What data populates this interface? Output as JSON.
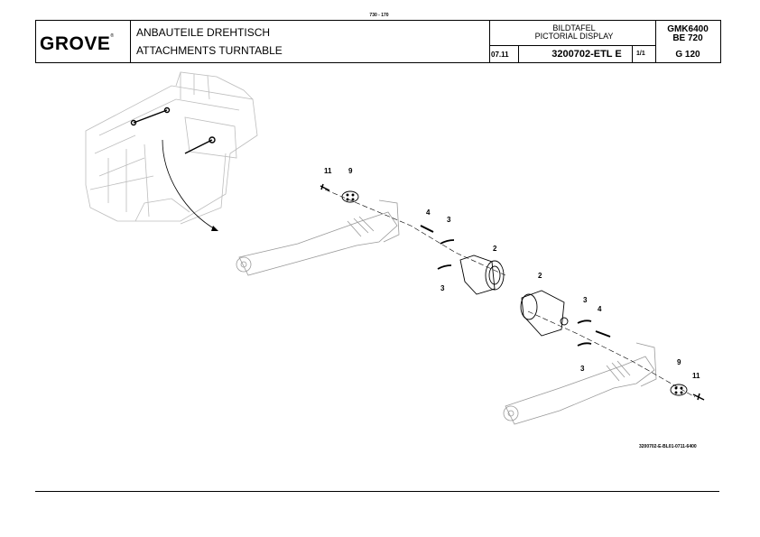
{
  "page": {
    "number": "730 - 170"
  },
  "header": {
    "logo": "GROVE",
    "title_de": "ANBAUTEILE DREHTISCH",
    "title_en": "ATTACHMENTS TURNTABLE",
    "display_de": "BILDTAFEL",
    "display_en": "PICTORIAL DISPLAY",
    "date": "07.11",
    "doc_number": "3200702-ETL E",
    "page_of": "1/1",
    "model": "GMK6400",
    "model_be": "BE 720",
    "model_g": "G 120"
  },
  "drawing": {
    "reference": "3200702-E-BL01-0711-6400",
    "callouts": [
      "11",
      "9",
      "4",
      "3",
      "2",
      "3",
      "2",
      "3",
      "4",
      "3",
      "9",
      "11"
    ]
  }
}
